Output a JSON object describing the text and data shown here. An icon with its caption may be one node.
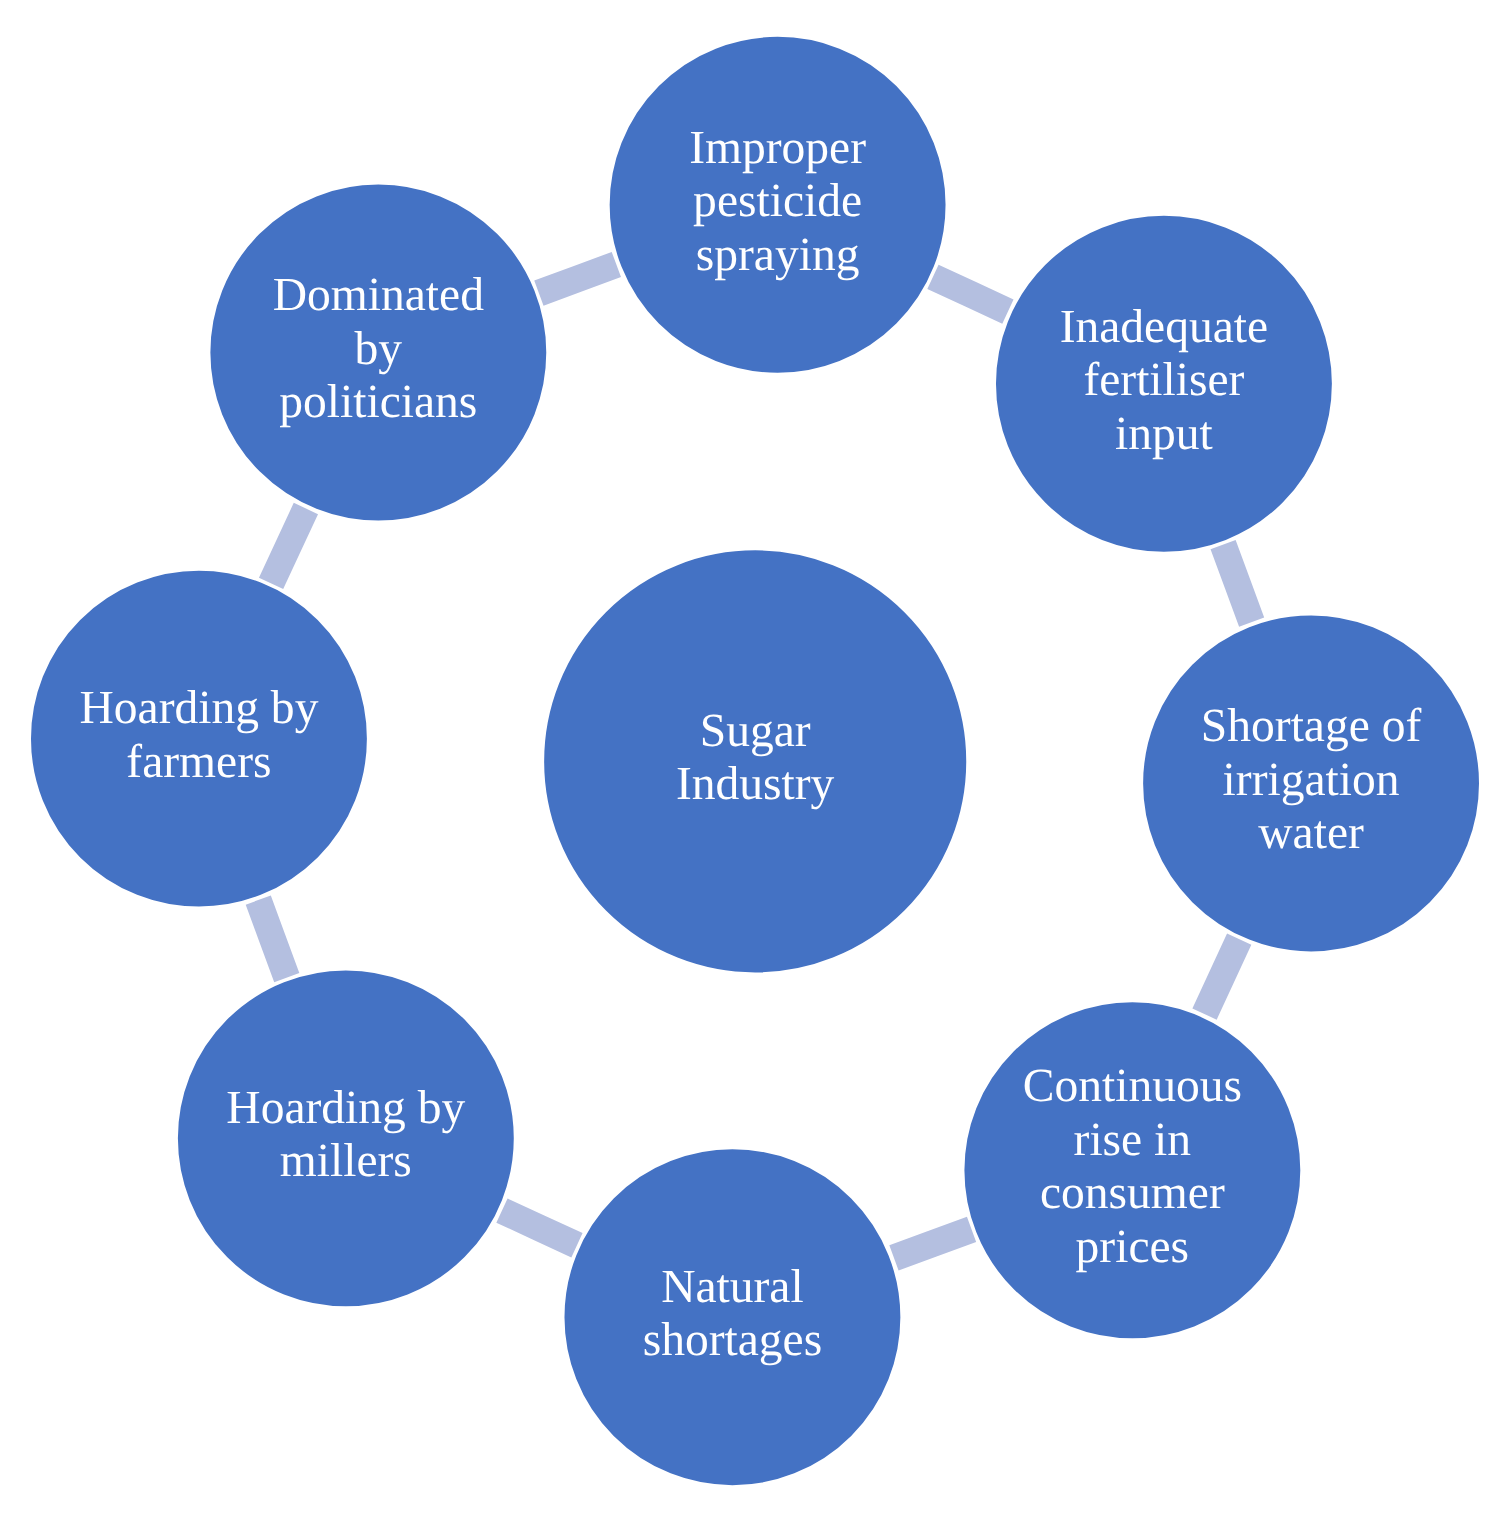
{
  "diagram": {
    "nodes": [
      {
        "text": [
          "Sugar Industry"
        ]
      },
      {
        "text": [
          "Shortage of irrigation water"
        ]
      },
      {
        "text": [
          "Inadequate fertiliser input"
        ]
      },
      {
        "text": [
          "Improper pesticide spraying"
        ]
      },
      {
        "text": [
          "Dominated by politicians"
        ]
      },
      {
        "text": [
          "Hoarding by farmers"
        ]
      },
      {
        "text": [
          "Hoarding by millers"
        ]
      },
      {
        "text": [
          "Natural shortages"
        ]
      },
      {
        "text": [
          "Continuous rise in consumer prices"
        ]
      }
    ],
    "edges": [
      {
        "from": 1,
        "to": 2,
        "arrow": "none"
      },
      {
        "from": 2,
        "to": 3,
        "arrow": "none"
      },
      {
        "from": 3,
        "to": 4,
        "arrow": "none"
      },
      {
        "from": 4,
        "to": 5,
        "arrow": "none"
      },
      {
        "from": 5,
        "to": 6,
        "arrow": "none"
      },
      {
        "from": 6,
        "to": 7,
        "arrow": "none"
      },
      {
        "from": 7,
        "to": 8,
        "arrow": "none"
      },
      {
        "from": 8,
        "to": 1,
        "arrow": "none"
      }
    ]
  }
}
